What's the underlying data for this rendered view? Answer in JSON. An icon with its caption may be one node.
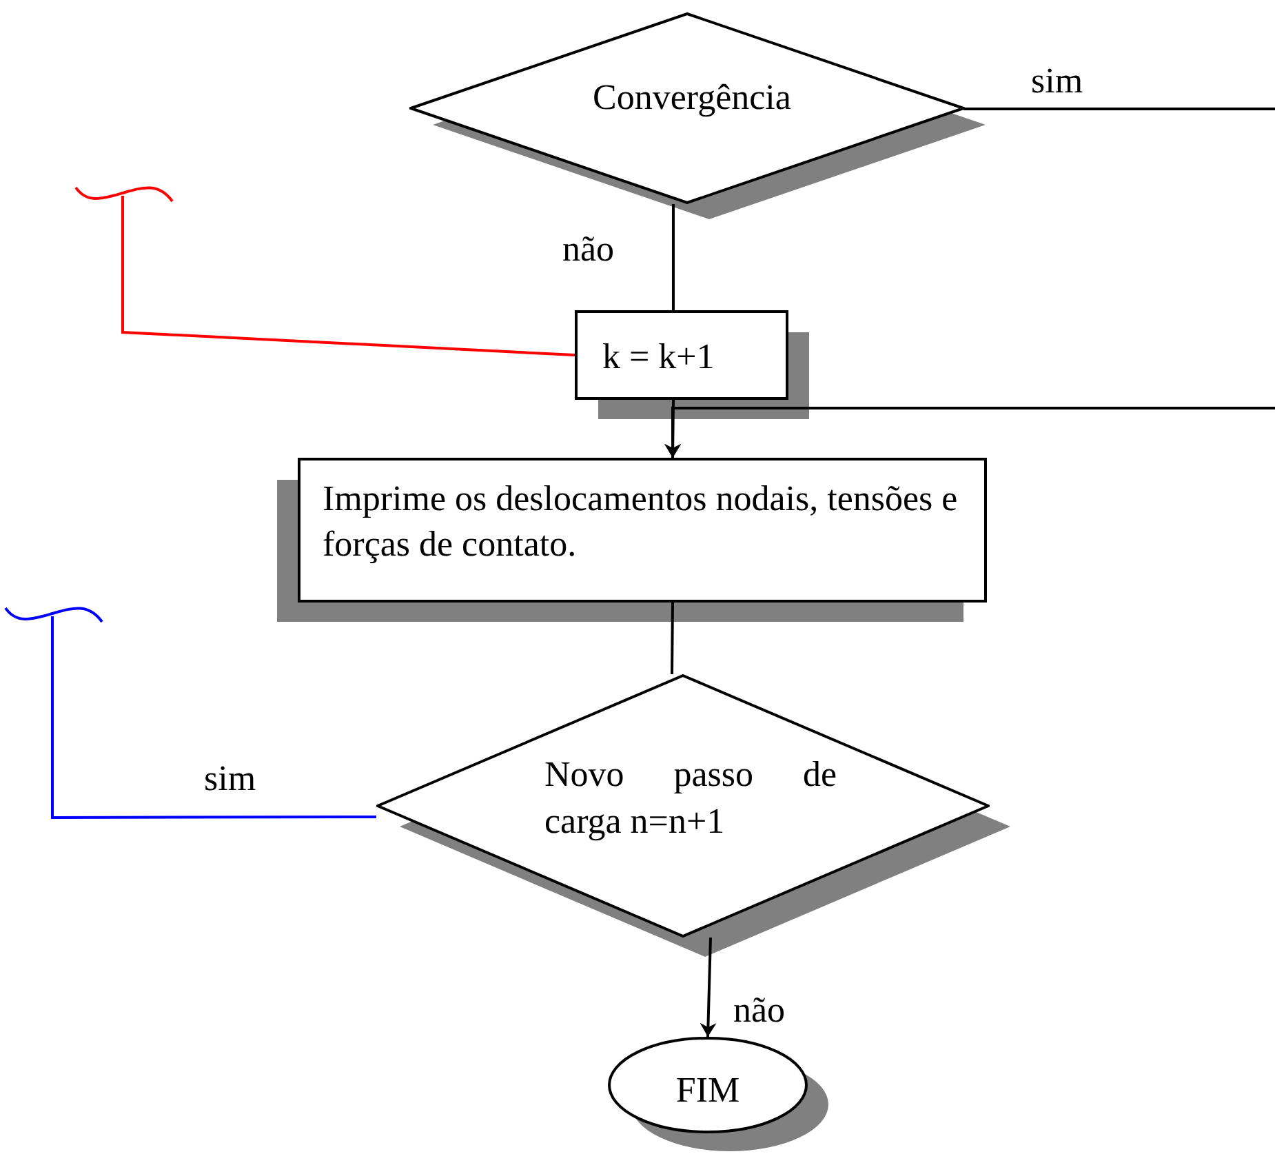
{
  "diagram": {
    "nodes": [
      {
        "text": [
          "Convergência"
        ]
      },
      {
        "text": [
          "k = k+1"
        ]
      },
      {
        "text": [
          "Imprime os deslocamentos  nodais, tensões e forças de contato."
        ]
      },
      {
        "text": [
          "Novo  passo  de carga n=n+1"
        ]
      },
      {
        "text": [
          "FIM"
        ]
      }
    ],
    "edges": [
      {
        "from": 0,
        "to": 1,
        "arrow": "none",
        "label": "não"
      },
      {
        "from": 0,
        "to": null,
        "arrow": "none",
        "label": "sim"
      },
      {
        "from": 1,
        "to": null,
        "arrow": "none",
        "color": "#ff0000"
      },
      {
        "from": null,
        "to": 2,
        "arrow": "to"
      },
      {
        "from": 1,
        "to": 2,
        "arrow": "to"
      },
      {
        "from": 2,
        "to": 3,
        "arrow": "none"
      },
      {
        "from": 3,
        "to": null,
        "arrow": "none",
        "label": "sim",
        "color": "#0000ff"
      },
      {
        "from": 3,
        "to": 4,
        "arrow": "to",
        "label": "não"
      }
    ]
  }
}
